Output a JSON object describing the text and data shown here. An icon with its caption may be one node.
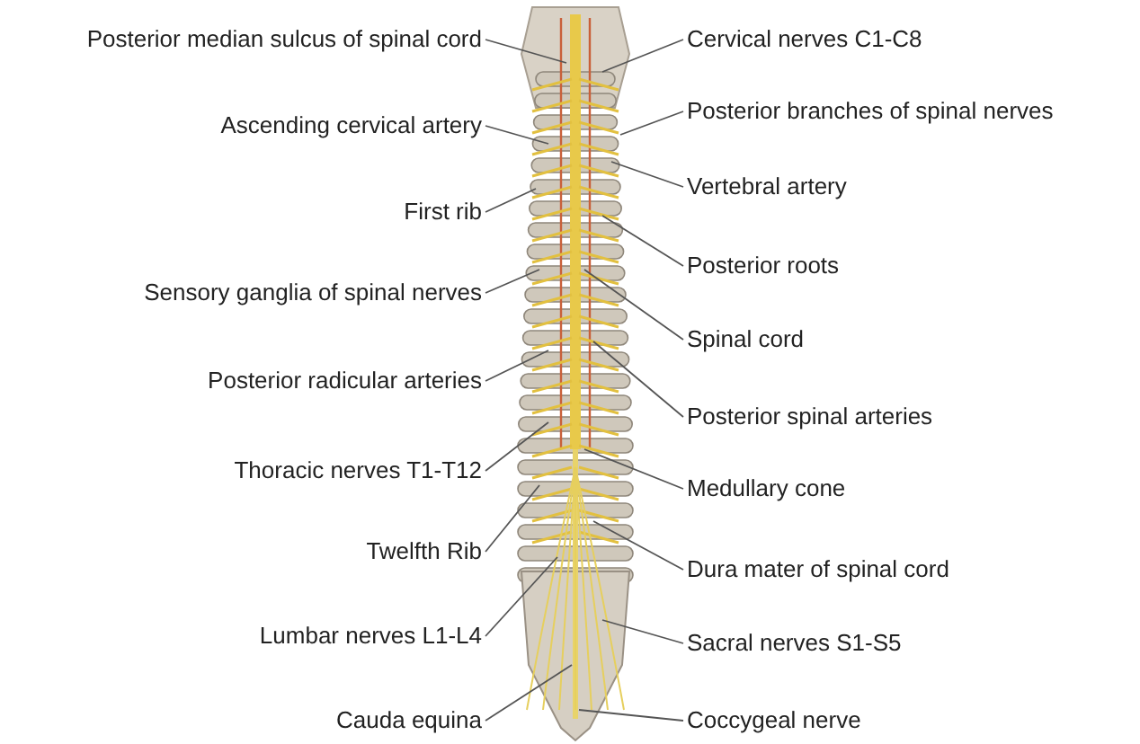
{
  "diagram": {
    "nodes": [
      {
        "text": [
          "Posterior median sulcus of spinal cord"
        ]
      },
      {
        "text": [
          "Ascending cervical artery"
        ]
      },
      {
        "text": [
          "First rib"
        ]
      },
      {
        "text": [
          "Sensory ganglia of spinal nerves"
        ]
      },
      {
        "text": [
          "Posterior radicular arteries"
        ]
      },
      {
        "text": [
          "Thoracic nerves T1-T12"
        ]
      },
      {
        "text": [
          "Twelfth Rib"
        ]
      },
      {
        "text": [
          "Lumbar nerves L1-L4"
        ]
      },
      {
        "text": [
          "Cauda equina"
        ]
      },
      {
        "text": [
          "Cervical nerves C1-C8"
        ]
      },
      {
        "text": [
          "Posterior branches of spinal nerves"
        ]
      },
      {
        "text": [
          "Vertebral artery"
        ]
      },
      {
        "text": [
          "Posterior roots"
        ]
      },
      {
        "text": [
          "Spinal cord"
        ]
      },
      {
        "text": [
          "Posterior spinal arteries"
        ]
      },
      {
        "text": [
          "Medullary cone"
        ]
      },
      {
        "text": [
          "Dura mater of spinal cord"
        ]
      },
      {
        "text": [
          "Sacral nerves S1-S5"
        ]
      },
      {
        "text": [
          "Coccygeal nerve"
        ]
      }
    ],
    "edges": [
      {
        "from": 0,
        "to": null,
        "arrow": "none"
      },
      {
        "from": 1,
        "to": null,
        "arrow": "none"
      },
      {
        "from": 2,
        "to": null,
        "arrow": "none"
      },
      {
        "from": 3,
        "to": null,
        "arrow": "none"
      },
      {
        "from": 4,
        "to": null,
        "arrow": "none"
      },
      {
        "from": 5,
        "to": null,
        "arrow": "none"
      },
      {
        "from": 6,
        "to": null,
        "arrow": "none"
      },
      {
        "from": 7,
        "to": null,
        "arrow": "none"
      },
      {
        "from": 8,
        "to": null,
        "arrow": "none"
      },
      {
        "from": 9,
        "to": null,
        "arrow": "none"
      },
      {
        "from": 10,
        "to": null,
        "arrow": "none"
      },
      {
        "from": 11,
        "to": null,
        "arrow": "none"
      },
      {
        "from": 12,
        "to": null,
        "arrow": "none"
      },
      {
        "from": 13,
        "to": null,
        "arrow": "none"
      },
      {
        "from": 14,
        "to": null,
        "arrow": "none"
      },
      {
        "from": 15,
        "to": null,
        "arrow": "none"
      },
      {
        "from": 16,
        "to": null,
        "arrow": "none"
      },
      {
        "from": 17,
        "to": null,
        "arrow": "none"
      },
      {
        "from": 18,
        "to": null,
        "arrow": "none"
      }
    ]
  }
}
